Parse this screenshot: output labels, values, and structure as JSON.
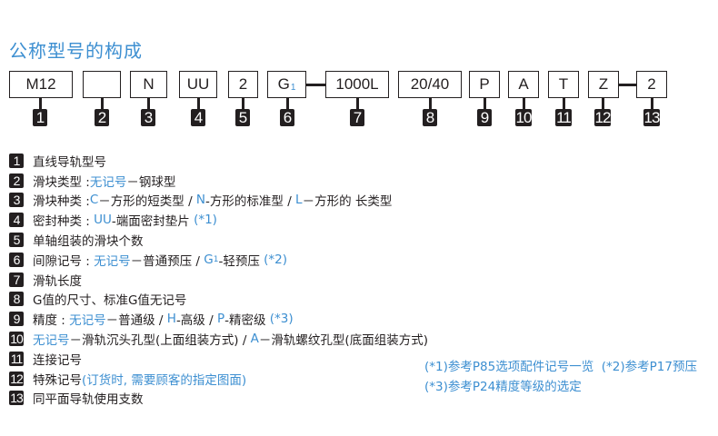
{
  "title": "公称型号的构成",
  "code_boxes": [
    {
      "id": 1,
      "value": "M12"
    },
    {
      "id": 2,
      "value": ""
    },
    {
      "id": 3,
      "value": "N"
    },
    {
      "id": 4,
      "value": "UU"
    },
    {
      "id": 5,
      "value": "2"
    },
    {
      "id": 6,
      "value": "G",
      "subscript": "1"
    },
    {
      "id": 7,
      "value": "1000L"
    },
    {
      "id": 8,
      "value": "20/40"
    },
    {
      "id": 9,
      "value": "P"
    },
    {
      "id": 10,
      "value": "A"
    },
    {
      "id": 11,
      "value": "T"
    },
    {
      "id": 12,
      "value": "Z"
    },
    {
      "id": 13,
      "value": "2"
    }
  ],
  "badges": [
    "1",
    "2",
    "3",
    "4",
    "5",
    "6",
    "7",
    "8",
    "9",
    "10",
    "11",
    "12",
    "13"
  ],
  "items": {
    "i1": {
      "badge": "1",
      "text": "直线导轨型号"
    },
    "i2": {
      "badge": "2",
      "label": "滑块类型 : ",
      "b1": "无记号",
      "t1": "－钢球型"
    },
    "i3": {
      "badge": "3",
      "label": "滑块种类 : ",
      "b1": "C",
      "t1": "－方形的短类型 / ",
      "b2": "N",
      "t2": "-方形的标准型 / ",
      "b3": "L",
      "t3": "－方形的 长类型"
    },
    "i4": {
      "badge": "4",
      "label": "密封种类 : ",
      "b1": "UU",
      "t1": "-端面密封垫片 ",
      "b2": "(*1)"
    },
    "i5": {
      "badge": "5",
      "text": "单轴组装的滑块个数"
    },
    "i6": {
      "badge": "6",
      "label": "间隙记号 : ",
      "b1": "无记号",
      "t1": "－普通预压 / ",
      "b2": "G",
      "b2sub": "1",
      "t2": "-轻预压 ",
      "b3": "(*2)"
    },
    "i7": {
      "badge": "7",
      "text": "滑轨长度"
    },
    "i8": {
      "badge": "8",
      "text": "G值的尺寸、标准G值无记号"
    },
    "i9": {
      "badge": "9",
      "label": "精度 : ",
      "b1": "无记号",
      "t1": "－普通级 / ",
      "b2": "H",
      "t2": "-高级 / ",
      "b3": "P",
      "t3": "-精密级 ",
      "b4": "(*3)"
    },
    "i10": {
      "badge": "10",
      "b1": "无记号",
      "t1": "－滑轨沉头孔型(上面组装方式) / ",
      "b2": "A",
      "t2": "－滑轨螺纹孔型(底面组装方式)"
    },
    "i11": {
      "badge": "11",
      "text": "连接记号"
    },
    "i12": {
      "badge": "12",
      "label": "特殊记号",
      "b1": "(订货时, 需要顾客的指定图面)"
    },
    "i13": {
      "badge": "13",
      "text": "同平面导轨使用支数"
    }
  },
  "notes": {
    "line1": "(*1)参考P85选项配件记号一览  (*2)参考P17预压",
    "line2": "(*3)参考P24精度等级的选定"
  },
  "colors": {
    "accent_blue": "#3d8fd1",
    "ink": "#231f20"
  }
}
